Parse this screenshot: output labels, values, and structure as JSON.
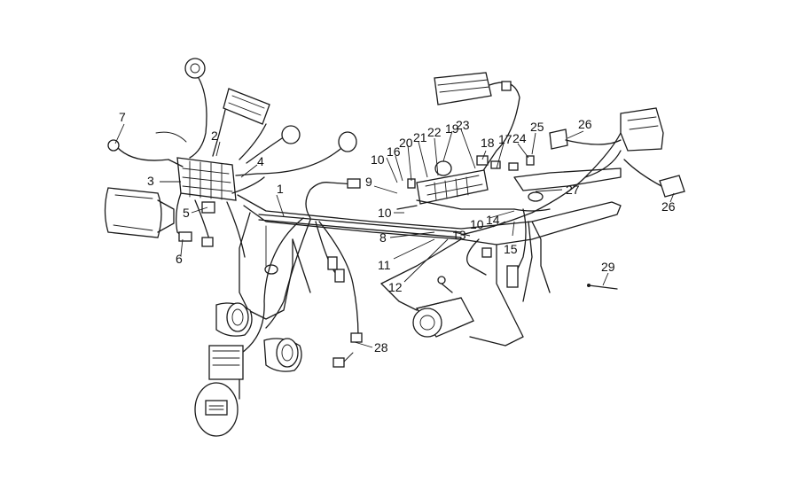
{
  "callouts": [
    {
      "id": "c1",
      "text": "1"
    },
    {
      "id": "c2",
      "text": "2"
    },
    {
      "id": "c3",
      "text": "3"
    },
    {
      "id": "c4",
      "text": "4"
    },
    {
      "id": "c5",
      "text": "5"
    },
    {
      "id": "c6",
      "text": "6"
    },
    {
      "id": "c7",
      "text": "7"
    },
    {
      "id": "c8",
      "text": "8"
    },
    {
      "id": "c9",
      "text": "9"
    },
    {
      "id": "c10a",
      "text": "10"
    },
    {
      "id": "c10b",
      "text": "10"
    },
    {
      "id": "c10c",
      "text": "10"
    },
    {
      "id": "c11",
      "text": "11"
    },
    {
      "id": "c12",
      "text": "12"
    },
    {
      "id": "c13",
      "text": "13"
    },
    {
      "id": "c14",
      "text": "14"
    },
    {
      "id": "c15",
      "text": "15"
    },
    {
      "id": "c16",
      "text": "16"
    },
    {
      "id": "c17",
      "text": "17"
    },
    {
      "id": "c18",
      "text": "18"
    },
    {
      "id": "c19",
      "text": "19"
    },
    {
      "id": "c20",
      "text": "20"
    },
    {
      "id": "c21",
      "text": "21"
    },
    {
      "id": "c22",
      "text": "22"
    },
    {
      "id": "c23",
      "text": "23"
    },
    {
      "id": "c24",
      "text": "24"
    },
    {
      "id": "c25",
      "text": "25"
    },
    {
      "id": "c26a",
      "text": "26"
    },
    {
      "id": "c26b",
      "text": "26"
    },
    {
      "id": "c27",
      "text": "27"
    },
    {
      "id": "c28",
      "text": "28"
    },
    {
      "id": "c29",
      "text": "29"
    }
  ]
}
